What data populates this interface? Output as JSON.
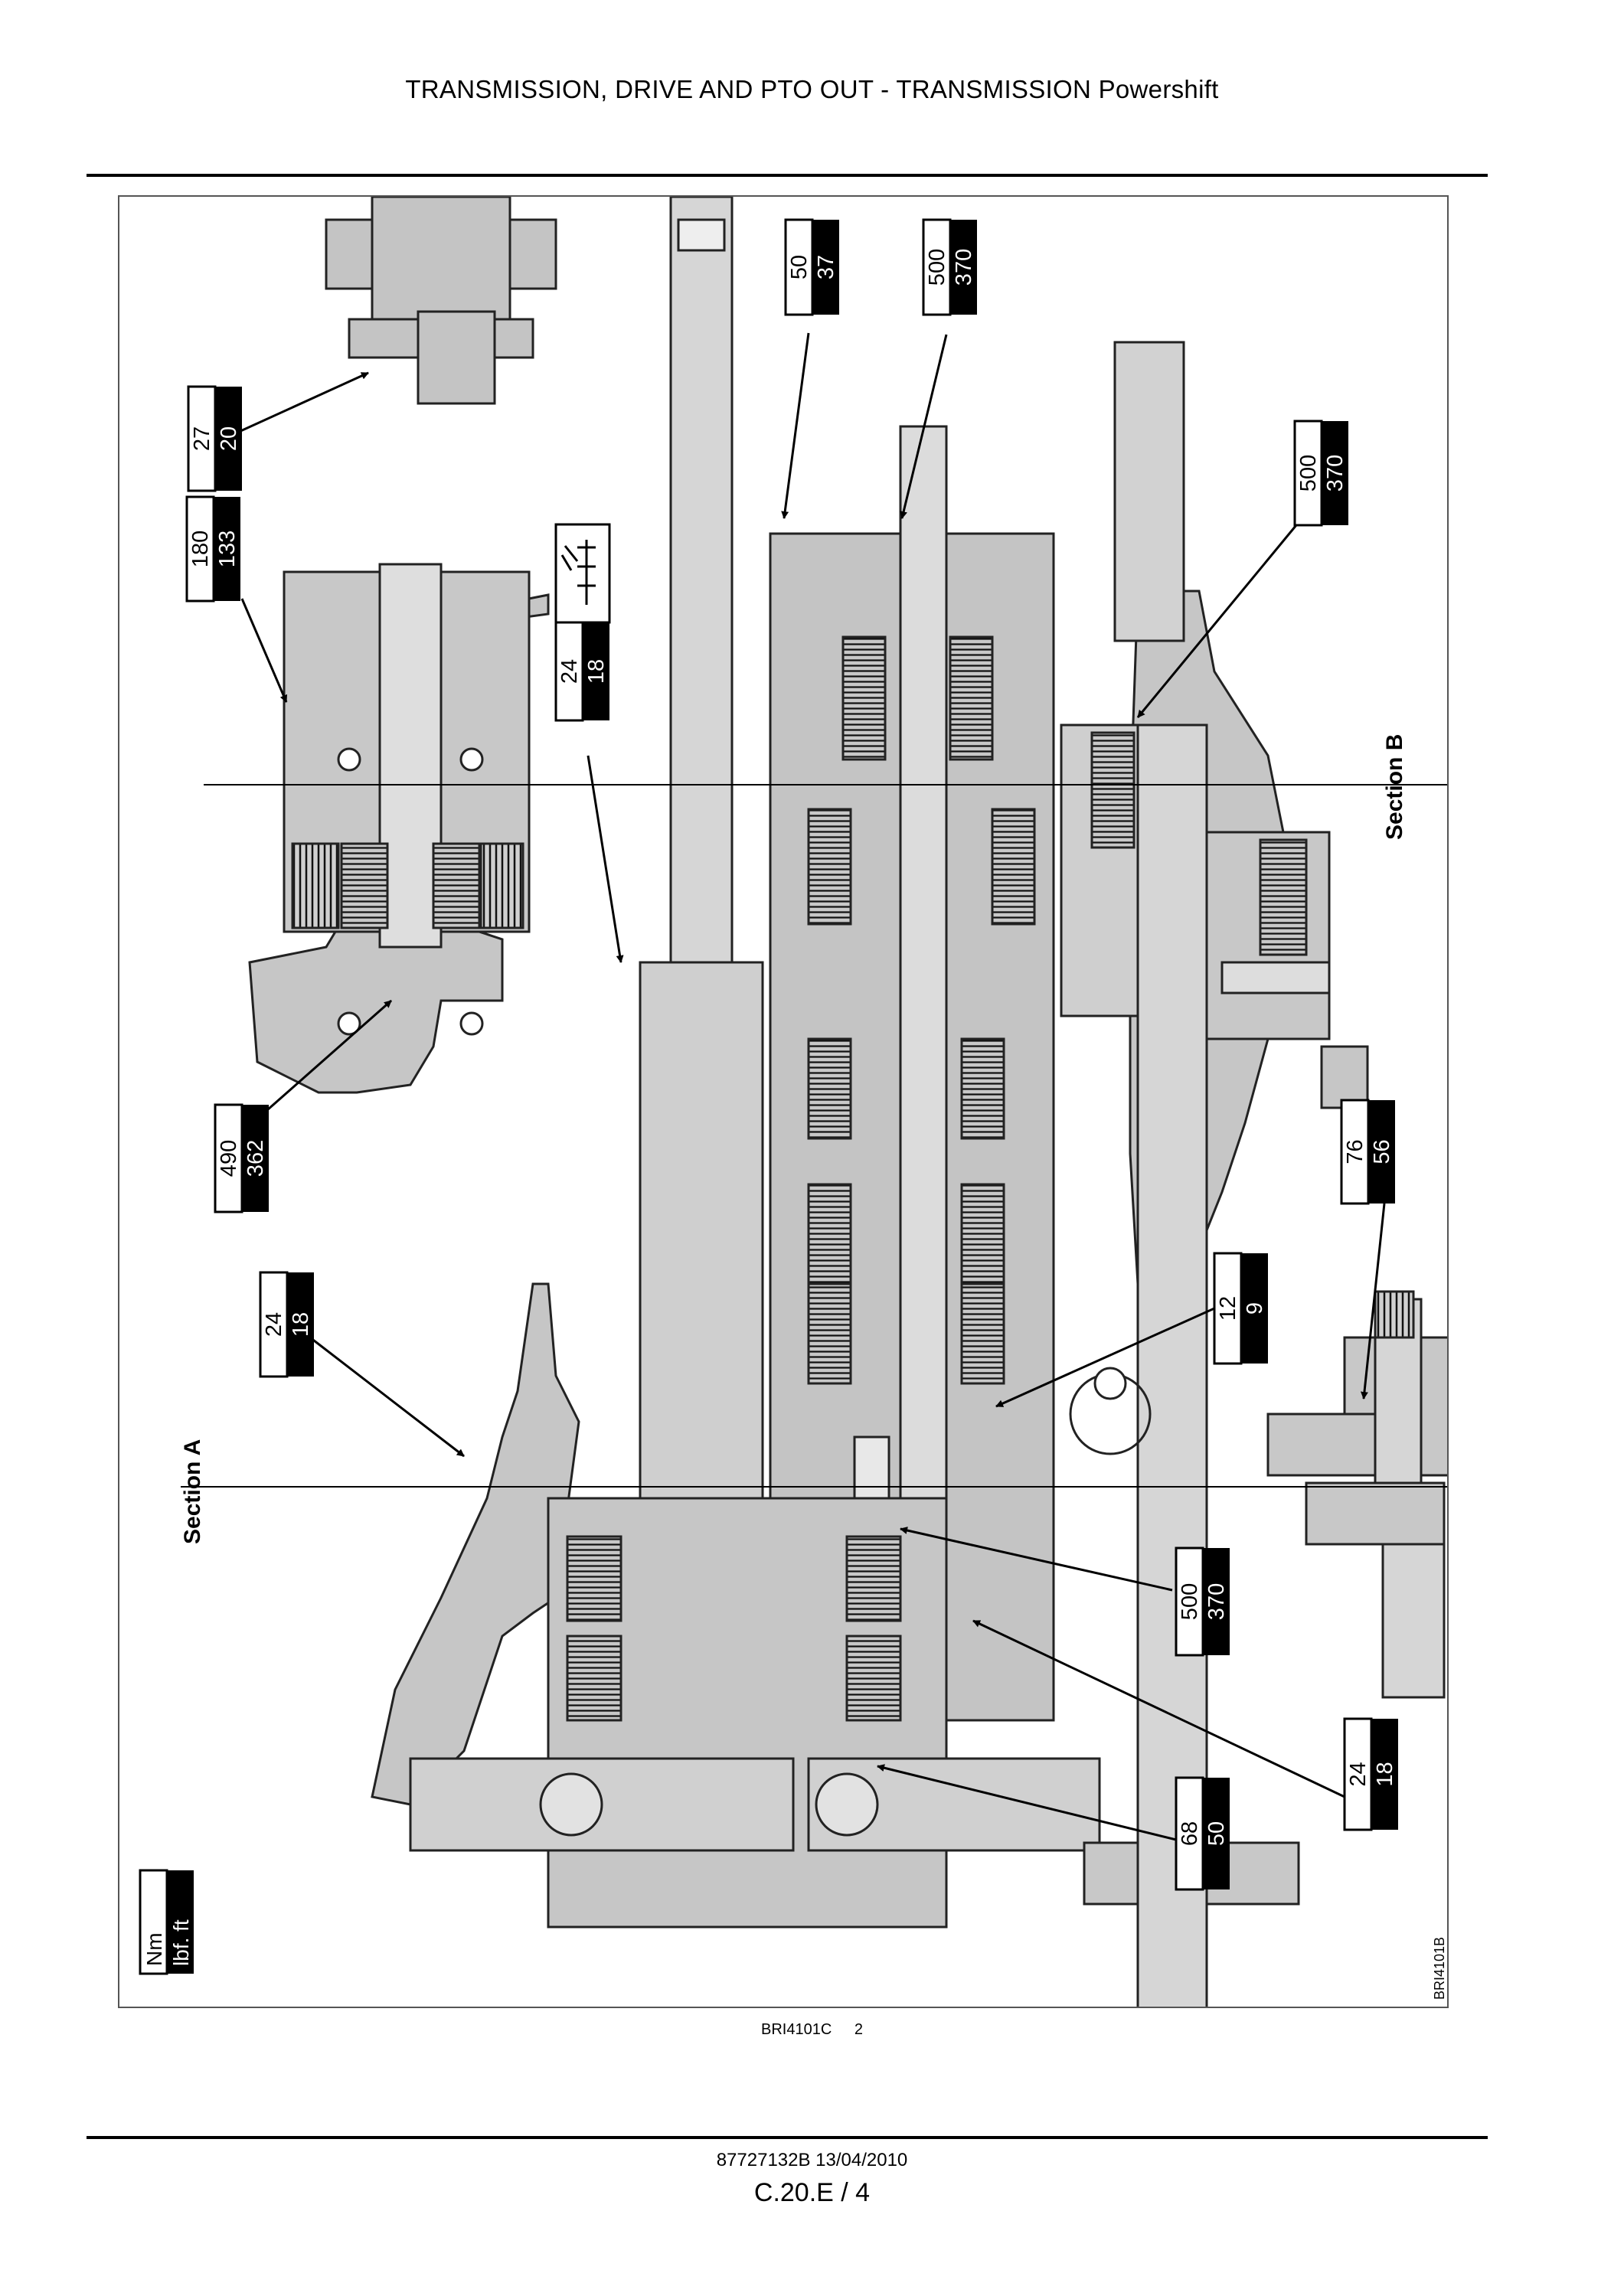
{
  "header": {
    "title": "TRANSMISSION, DRIVE AND PTO OUT - TRANSMISSION Powershift"
  },
  "diagram": {
    "section_a": "Section A",
    "section_b": "Section B",
    "side_code": "BRI4101B",
    "units": {
      "nm": "Nm",
      "lbf": "lbf. ft"
    },
    "torque_labels": [
      {
        "nm": "27",
        "lbf": "20"
      },
      {
        "nm": "180",
        "lbf": "133"
      },
      {
        "nm": "24",
        "lbf": "18"
      },
      {
        "nm": "50",
        "lbf": "37"
      },
      {
        "nm": "500",
        "lbf": "370"
      },
      {
        "nm": "500",
        "lbf": "370"
      },
      {
        "nm": "490",
        "lbf": "362"
      },
      {
        "nm": "24",
        "lbf": "18"
      },
      {
        "nm": "76",
        "lbf": "56"
      },
      {
        "nm": "12",
        "lbf": "9"
      },
      {
        "nm": "500",
        "lbf": "370"
      },
      {
        "nm": "24",
        "lbf": "18"
      },
      {
        "nm": "68",
        "lbf": "50"
      }
    ]
  },
  "figure": {
    "code": "BRI4101C",
    "number": "2"
  },
  "footer": {
    "docref": "87727132B 13/04/2010",
    "page": "C.20.E / 4"
  }
}
